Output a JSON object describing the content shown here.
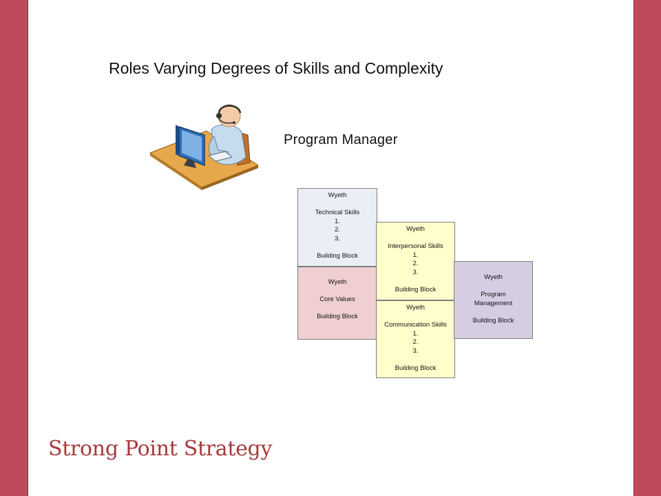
{
  "slide": {
    "title": "Roles Varying Degrees of Skills and Complexity",
    "role": "Program Manager",
    "brand": "Strong Point Strategy"
  },
  "colors": {
    "side_bars": "#c04a5b",
    "technical_block": "#eaeff5",
    "core_block": "#efcfd0",
    "yellow_blocks": "#ffffcc",
    "program_block": "#d7cde2",
    "brand_text": "#a63a3c"
  },
  "clipart": {
    "icon": "person-at-computer-with-headset"
  },
  "blocks": {
    "technical": [
      "Wyeth",
      "",
      "Technical Skills",
      "1.",
      "2.",
      "3.",
      "",
      "Building Block"
    ],
    "core": [
      "Wyeth",
      "",
      "Core Values",
      "",
      "Building Block"
    ],
    "interpersonal": [
      "Wyeth",
      "",
      "Interpersonal Skills",
      "1.",
      "2.",
      "3.",
      "",
      "Building Block"
    ],
    "communication": [
      "Wyeth",
      "",
      "Communication Skills",
      "1.",
      "2.",
      "3.",
      "",
      "Building Block"
    ],
    "program": [
      "Wyeth",
      "",
      "Program",
      "Management",
      "",
      "Building Block"
    ]
  }
}
